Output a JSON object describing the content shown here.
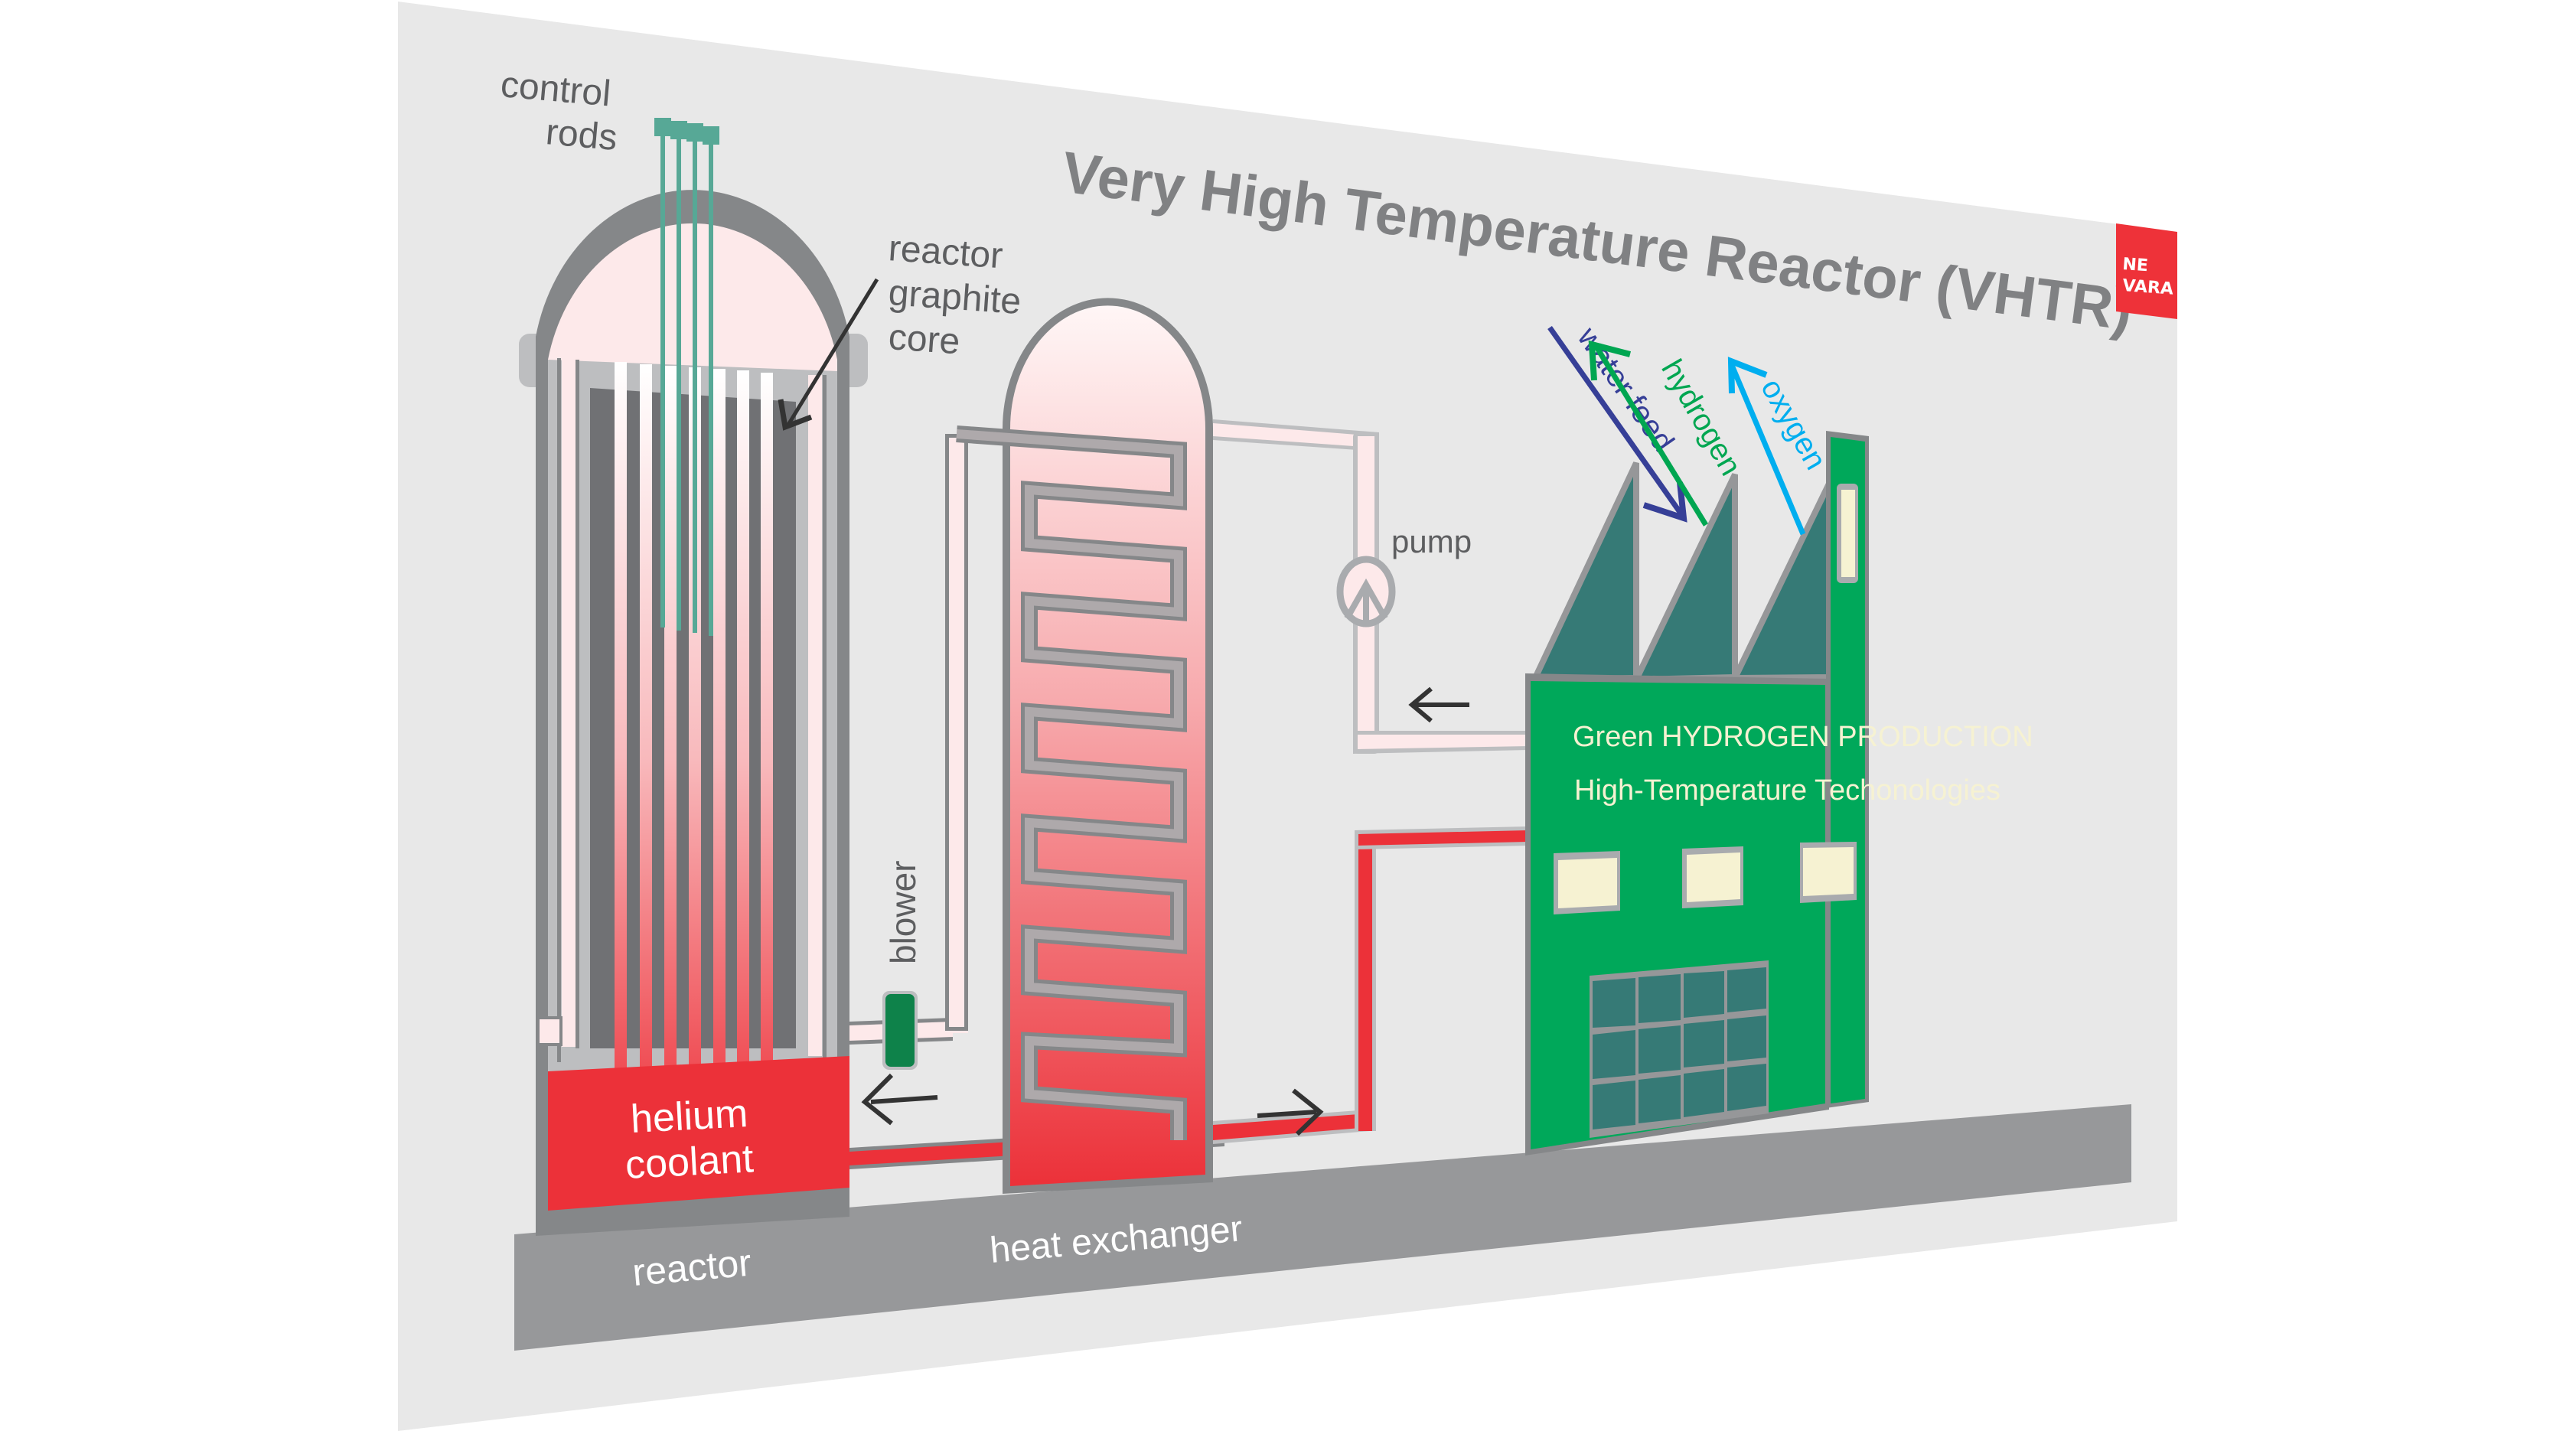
{
  "diagram": {
    "title": "Very High Temperature Reactor (VHTR)",
    "logo": {
      "line1": "NE",
      "line2": "VARA",
      "color": "#ee3239"
    },
    "labels": {
      "control_rods_line1": "control",
      "control_rods_line2": "rods",
      "graphite_core_line1": "reactor",
      "graphite_core_line2": "graphite",
      "graphite_core_line3": "core",
      "helium_line1": "helium",
      "helium_line2": "coolant",
      "reactor": "reactor",
      "heat_exchanger": "heat exchanger",
      "blower": "blower",
      "pump": "pump",
      "water_feed": "water feed",
      "hydrogen": "hydrogen",
      "oxygen": "oxygen",
      "factory_line1": "Green HYDROGEN PRODUCTION",
      "factory_line2": "High-Temperature Techonologies"
    },
    "colors": {
      "panel": "#e8e8e8",
      "steel": "#858789",
      "light_steel": "#bdbec0",
      "graphite": "#707174",
      "hot_red": "#ec3139",
      "pale_pink": "#fde9ea",
      "rod_teal": "#57a896",
      "factory_green": "#00a85a",
      "roof_teal": "#367a76",
      "window_cream": "#f6f2d2",
      "blower_green": "#0e824a",
      "water_feed_blue": "#363f97",
      "hydrogen_green": "#00a651",
      "oxygen_blue": "#00aeef",
      "base_gray": "#97989a"
    },
    "components": [
      {
        "name": "control rods",
        "count": 4
      },
      {
        "name": "reactor vessel"
      },
      {
        "name": "reactor graphite core"
      },
      {
        "name": "helium coolant"
      },
      {
        "name": "blower"
      },
      {
        "name": "heat exchanger"
      },
      {
        "name": "pump"
      },
      {
        "name": "hydrogen production plant"
      }
    ],
    "flows": [
      {
        "from": "reactor",
        "to": "heat exchanger",
        "medium": "helium coolant",
        "direction": "right"
      },
      {
        "from": "heat exchanger",
        "to": "reactor",
        "medium": "helium coolant",
        "direction": "left"
      },
      {
        "from": "heat exchanger",
        "to": "hydrogen production plant",
        "medium": "hot fluid",
        "direction": "right"
      },
      {
        "from": "hydrogen production plant",
        "to": "heat exchanger",
        "via": "pump",
        "direction": "left"
      },
      {
        "to": "hydrogen production plant",
        "medium": "water feed",
        "direction": "in"
      },
      {
        "from": "hydrogen production plant",
        "medium": "hydrogen",
        "direction": "out"
      },
      {
        "from": "hydrogen production plant",
        "medium": "oxygen",
        "direction": "out"
      }
    ]
  }
}
